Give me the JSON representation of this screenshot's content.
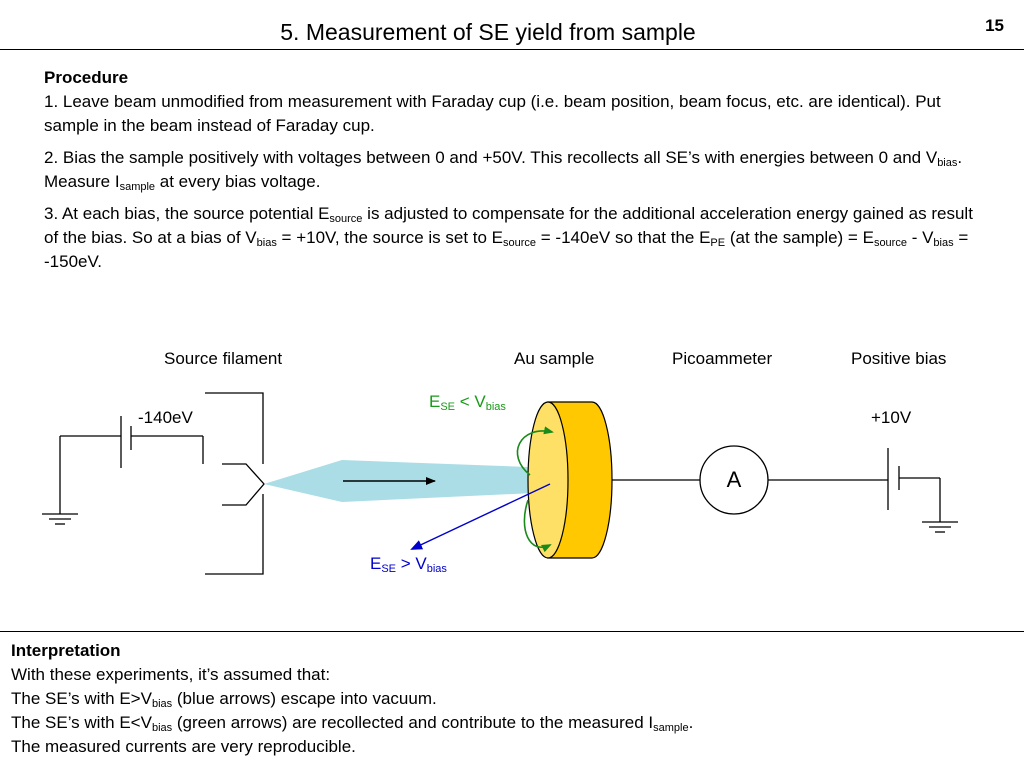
{
  "title": "5. Measurement of SE yield from sample",
  "page_number": "15",
  "procedure": {
    "heading": "Procedure",
    "step1": "1. Leave beam unmodified from measurement with Faraday cup (i.e. beam position, beam focus, etc. are identical). Put sample in the beam instead of Faraday cup.",
    "step2": {
      "a": "2. Bias the sample positively with voltages between 0 and +50V. This recollects all SE’s with energies between 0 and V",
      "a_sub": "bias",
      "b": ". Measure I",
      "b_sub": "sample",
      "c": " at every bias voltage."
    },
    "step3": {
      "a": "3. At each bias, the source potential E",
      "a_sub": "source",
      "b": " is adjusted to compensate for the additional acceleration energy gained as result of the bias. So at a bias of V",
      "b_sub": "bias",
      "c": " = +10V, the source is set to E",
      "c_sub": "source",
      "d": " = -140eV so that the E",
      "d_sub": "PE",
      "e": " (at the sample) = E",
      "e_sub": "source",
      "f": " - V",
      "f_sub": "bias",
      "g": " = -150eV."
    }
  },
  "diagram": {
    "labels": {
      "source_filament": "Source filament",
      "au_sample": "Au sample",
      "picoammeter": "Picoammeter",
      "positive_bias": "Positive bias",
      "source_voltage": "-140eV",
      "bias_voltage": "+10V",
      "ammeter_symbol": "A"
    },
    "green_label": {
      "main": "E",
      "sub1": "SE",
      "mid": " < V",
      "sub2": "bias"
    },
    "blue_label": {
      "main": "E",
      "sub1": "SE",
      "mid": " > V",
      "sub2": "bias"
    },
    "colors": {
      "beam": "#aadde6",
      "sample_face": "#ffe066",
      "sample_body": "#ffc800",
      "green_arrow": "#1a8a1a",
      "blue_arrow": "#0000cc",
      "green_text": "#1a9a1a",
      "blue_text": "#0000cc"
    }
  },
  "interpretation": {
    "heading": "Interpretation",
    "line1": "With these experiments, it’s assumed that:",
    "line2": {
      "a": "The SE’s with E>V",
      "a_sub": "bias",
      "b": " (blue arrows) escape into vacuum."
    },
    "line3": {
      "a": "The SE’s with E<V",
      "a_sub": "bias",
      "b": " (green arrows) are recollected and contribute to the measured I",
      "b_sub": "sample",
      "c": "."
    },
    "line4": "The measured currents are very reproducible."
  }
}
